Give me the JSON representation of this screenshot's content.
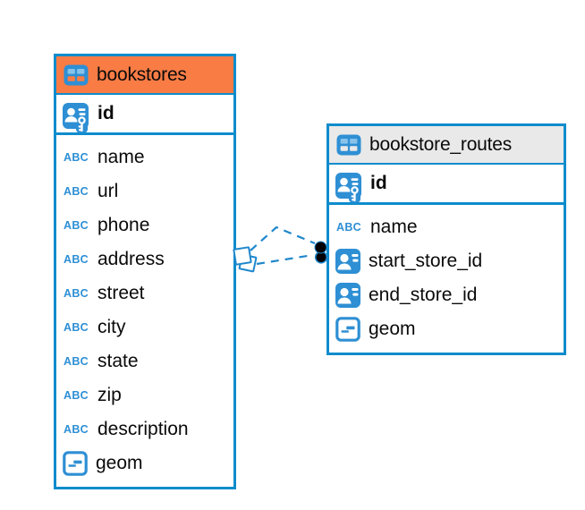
{
  "diagram": {
    "tables": [
      {
        "name": "bookstores",
        "header_color": "#F97C45",
        "primary_key": {
          "label": "id"
        },
        "fields": [
          {
            "label": "name",
            "type": "text"
          },
          {
            "label": "url",
            "type": "text"
          },
          {
            "label": "phone",
            "type": "text"
          },
          {
            "label": "address",
            "type": "text"
          },
          {
            "label": "street",
            "type": "text"
          },
          {
            "label": "city",
            "type": "text"
          },
          {
            "label": "state",
            "type": "text"
          },
          {
            "label": "zip",
            "type": "text"
          },
          {
            "label": "description",
            "type": "text"
          },
          {
            "label": "geom",
            "type": "geometry"
          }
        ]
      },
      {
        "name": "bookstore_routes",
        "header_color": "#E9E9E9",
        "primary_key": {
          "label": "id"
        },
        "fields": [
          {
            "label": "name",
            "type": "text"
          },
          {
            "label": "start_store_id",
            "type": "reference"
          },
          {
            "label": "end_store_id",
            "type": "reference"
          },
          {
            "label": "geom",
            "type": "geometry"
          }
        ]
      }
    ],
    "relations": [
      {
        "between": [
          "bookstores",
          "bookstore_routes"
        ],
        "style": "dashed"
      },
      {
        "between": [
          "bookstores",
          "bookstore_routes"
        ],
        "style": "dashed"
      }
    ],
    "colors": {
      "table_border": "#0E8CCC",
      "icon_blue": "#2E8FD4",
      "relation_line": "#1F87CC",
      "header_orange": "#F97C45",
      "header_gray": "#E9E9E9",
      "text": "#0A0A0A"
    }
  }
}
